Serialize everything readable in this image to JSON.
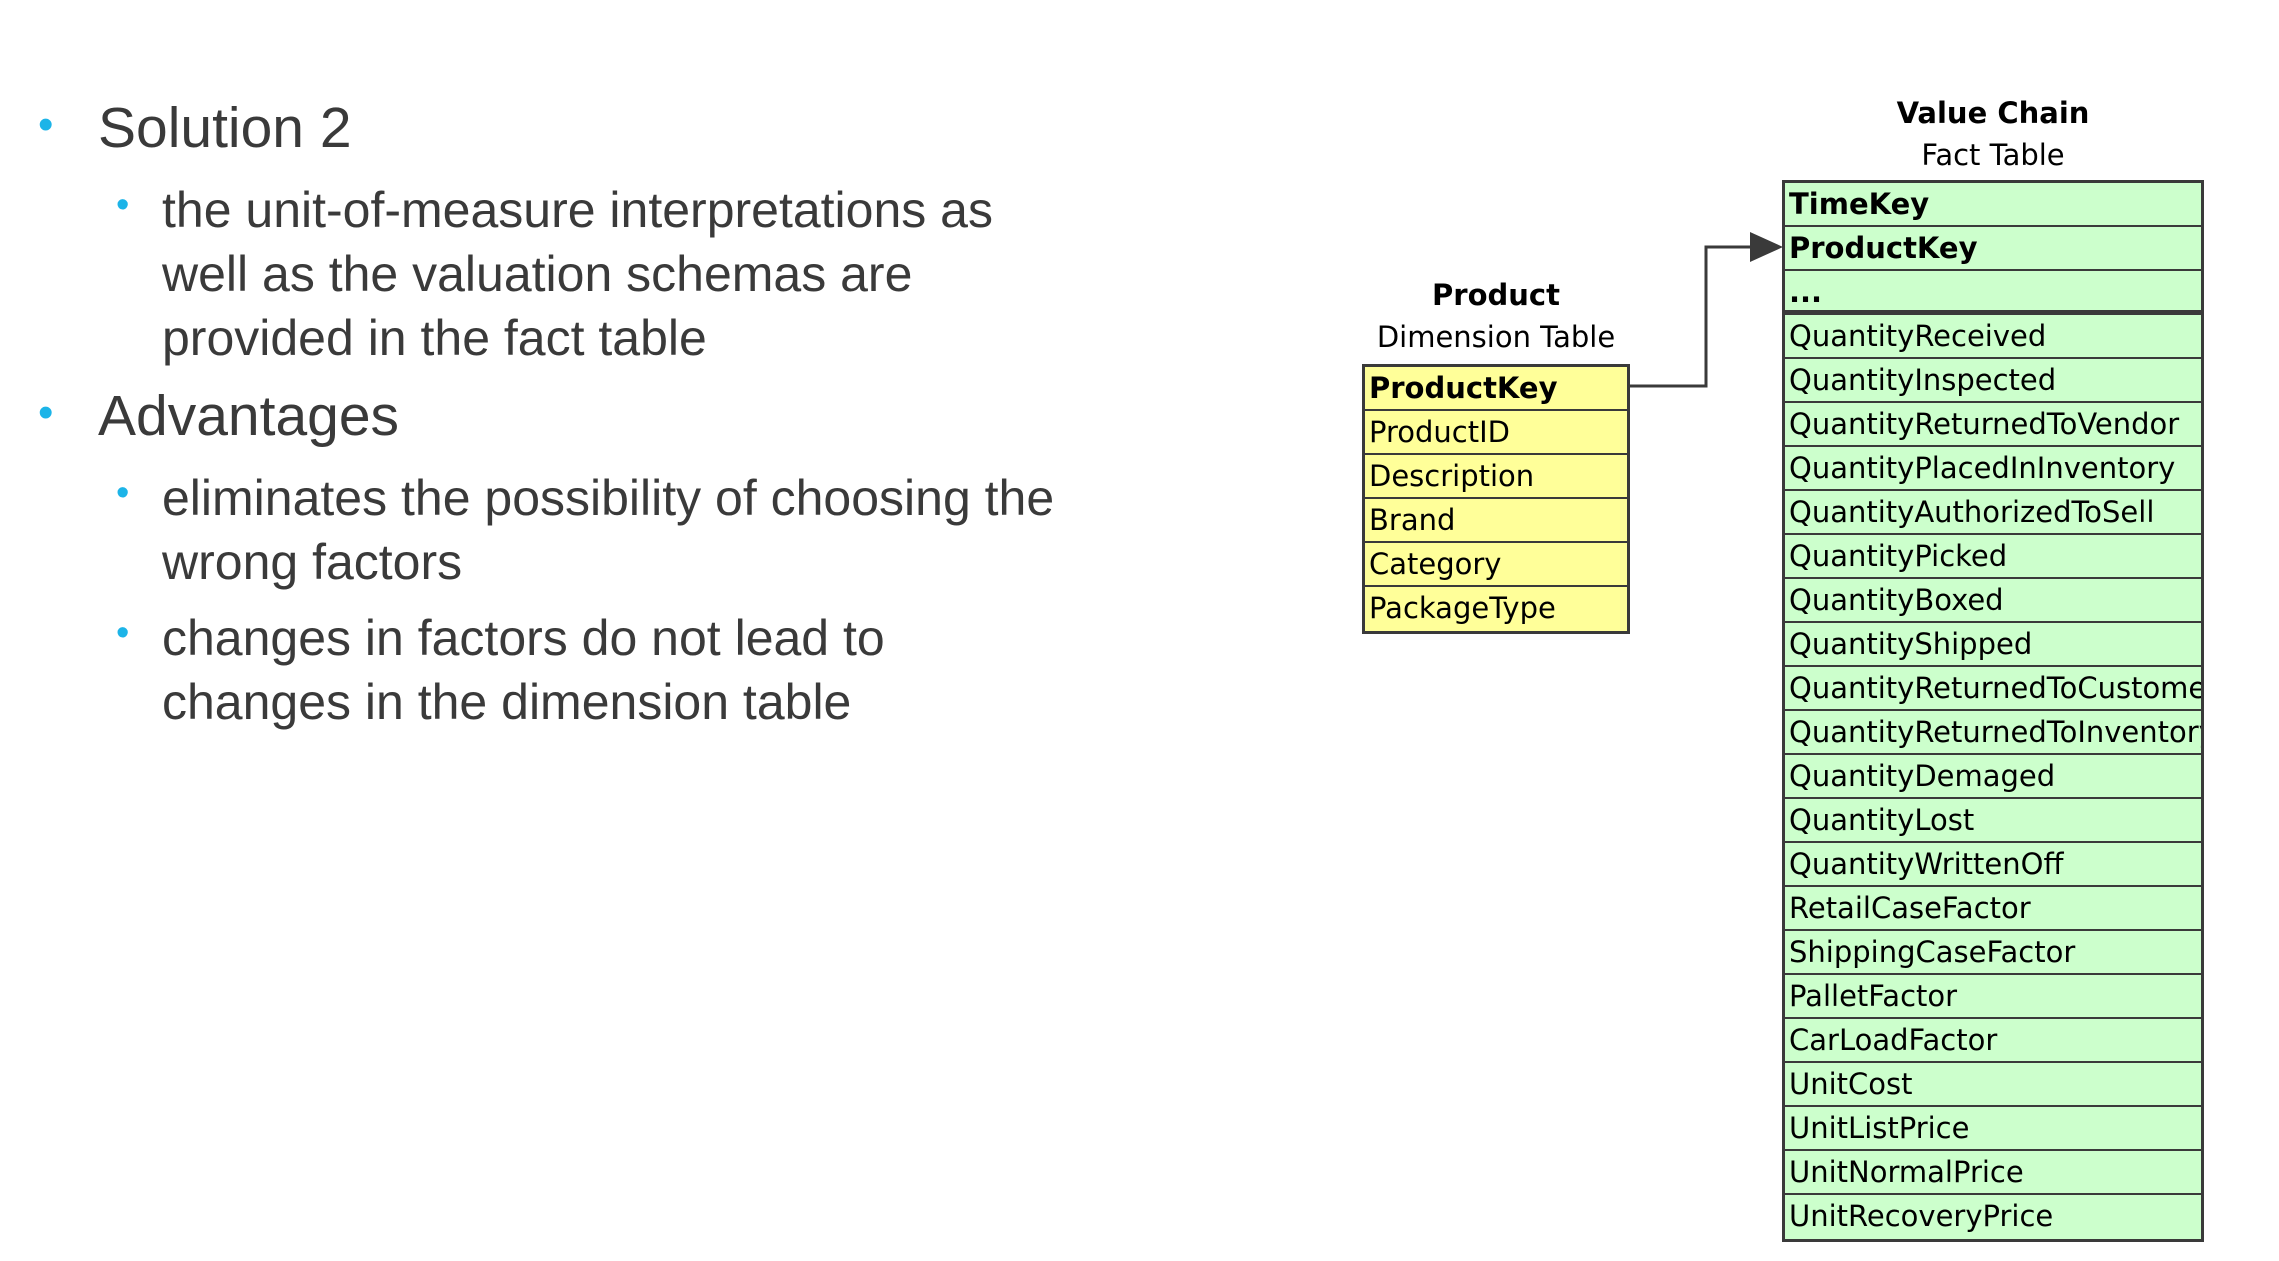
{
  "bullets": {
    "item1": "Solution 2",
    "item1_sub1_line1": "the unit-of-measure interpretations as",
    "item1_sub1_line2": "well as the valuation schemas are",
    "item1_sub1_line3": "provided in the fact table",
    "item2": "Advantages",
    "item2_sub1_line1": "eliminates the possibility of choosing the",
    "item2_sub1_line2": "wrong factors",
    "item2_sub2_line1": "changes in factors do not lead to",
    "item2_sub2_line2": "changes in the dimension table",
    "marker": "•"
  },
  "product_table": {
    "name": "Product",
    "type": "Dimension Table",
    "rows": [
      "ProductKey",
      "ProductID",
      "Description",
      "Brand",
      "Category",
      "PackageType"
    ]
  },
  "fact_table": {
    "name": "Value Chain",
    "type": "Fact Table",
    "rows": [
      "TimeKey",
      "ProductKey",
      "...",
      "QuantityReceived",
      "QuantityInspected",
      "QuantityReturnedToVendor",
      "QuantityPlacedInInventory",
      "QuantityAuthorizedToSell",
      "QuantityPicked",
      "QuantityBoxed",
      "QuantityShipped",
      "QuantityReturnedToCustomer",
      "QuantityReturnedToInventory",
      "QuantityDemaged",
      "QuantityLost",
      "QuantityWrittenOff",
      "RetailCaseFactor",
      "ShippingCaseFactor",
      "PalletFactor",
      "CarLoadFactor",
      "UnitCost",
      "UnitListPrice",
      "UnitNormalPrice",
      "UnitRecoveryPrice"
    ]
  },
  "colors": {
    "bullet": "#1cb4e8",
    "dimension_fill": "#ffff99",
    "fact_fill": "#ccffcc",
    "text": "#3a3a3a"
  }
}
